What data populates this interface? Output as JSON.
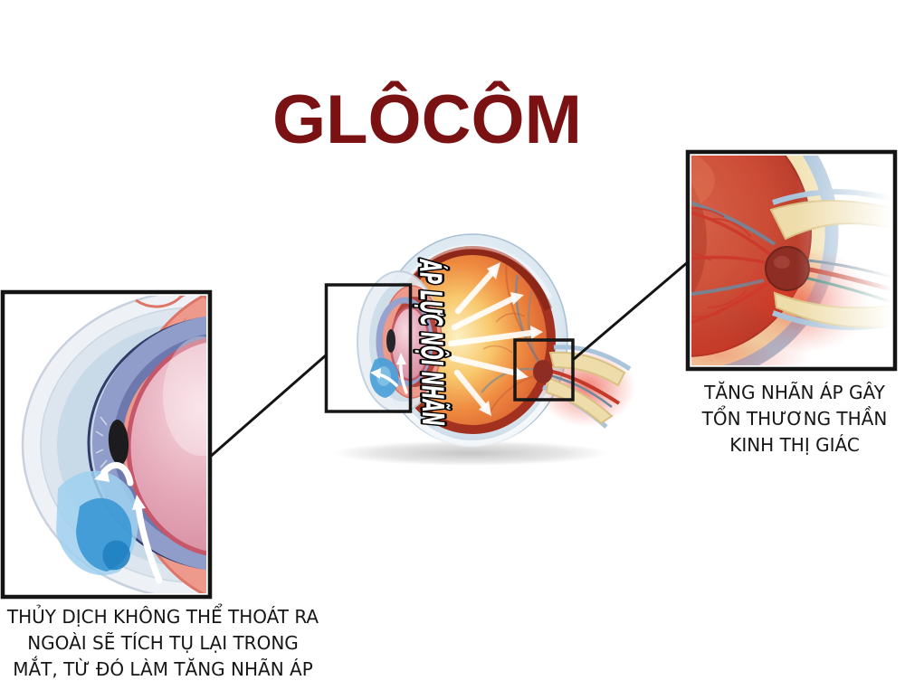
{
  "title": {
    "text": "GLÔCÔM"
  },
  "center_illustration": {
    "name": "eye-cross-section",
    "pressure_label": "ÁP LỰC NỘI NHÃN"
  },
  "left_inset": {
    "name": "anterior-chamber-zoom",
    "caption": {
      "lines": [
        "THỦY DỊCH KHÔNG THỂ THOÁT RA",
        "NGOÀI SẼ TÍCH TỤ LẠI TRONG",
        "MẮT, TỪ ĐÓ LÀM TĂNG NHÃN ÁP"
      ]
    }
  },
  "right_inset": {
    "name": "optic-nerve-zoom",
    "caption": {
      "lines": [
        "TĂNG NHÃN ÁP GÂY",
        "TỔN THƯƠNG THẦN",
        "KINH THỊ GIÁC"
      ]
    }
  },
  "colors": {
    "title_maroon": "#7a1214",
    "caption_text": "#161616",
    "box_border": "#141414",
    "arrow_white": "#ffffff",
    "sclera_blue": "#bccfe0",
    "choroid_red": "#a23120",
    "interior_orange": "#f09a45",
    "interior_hotspot": "#fdf0c2",
    "lens_pink": "#dd9cae",
    "aqueous_blue": "#4aa0d8",
    "iris_blue": "#97a3ce",
    "nerve_cream": "#eeddaa",
    "glow_red": "#e5402a",
    "vein_slate": "#71889c",
    "artery_red": "#c23b2c"
  }
}
